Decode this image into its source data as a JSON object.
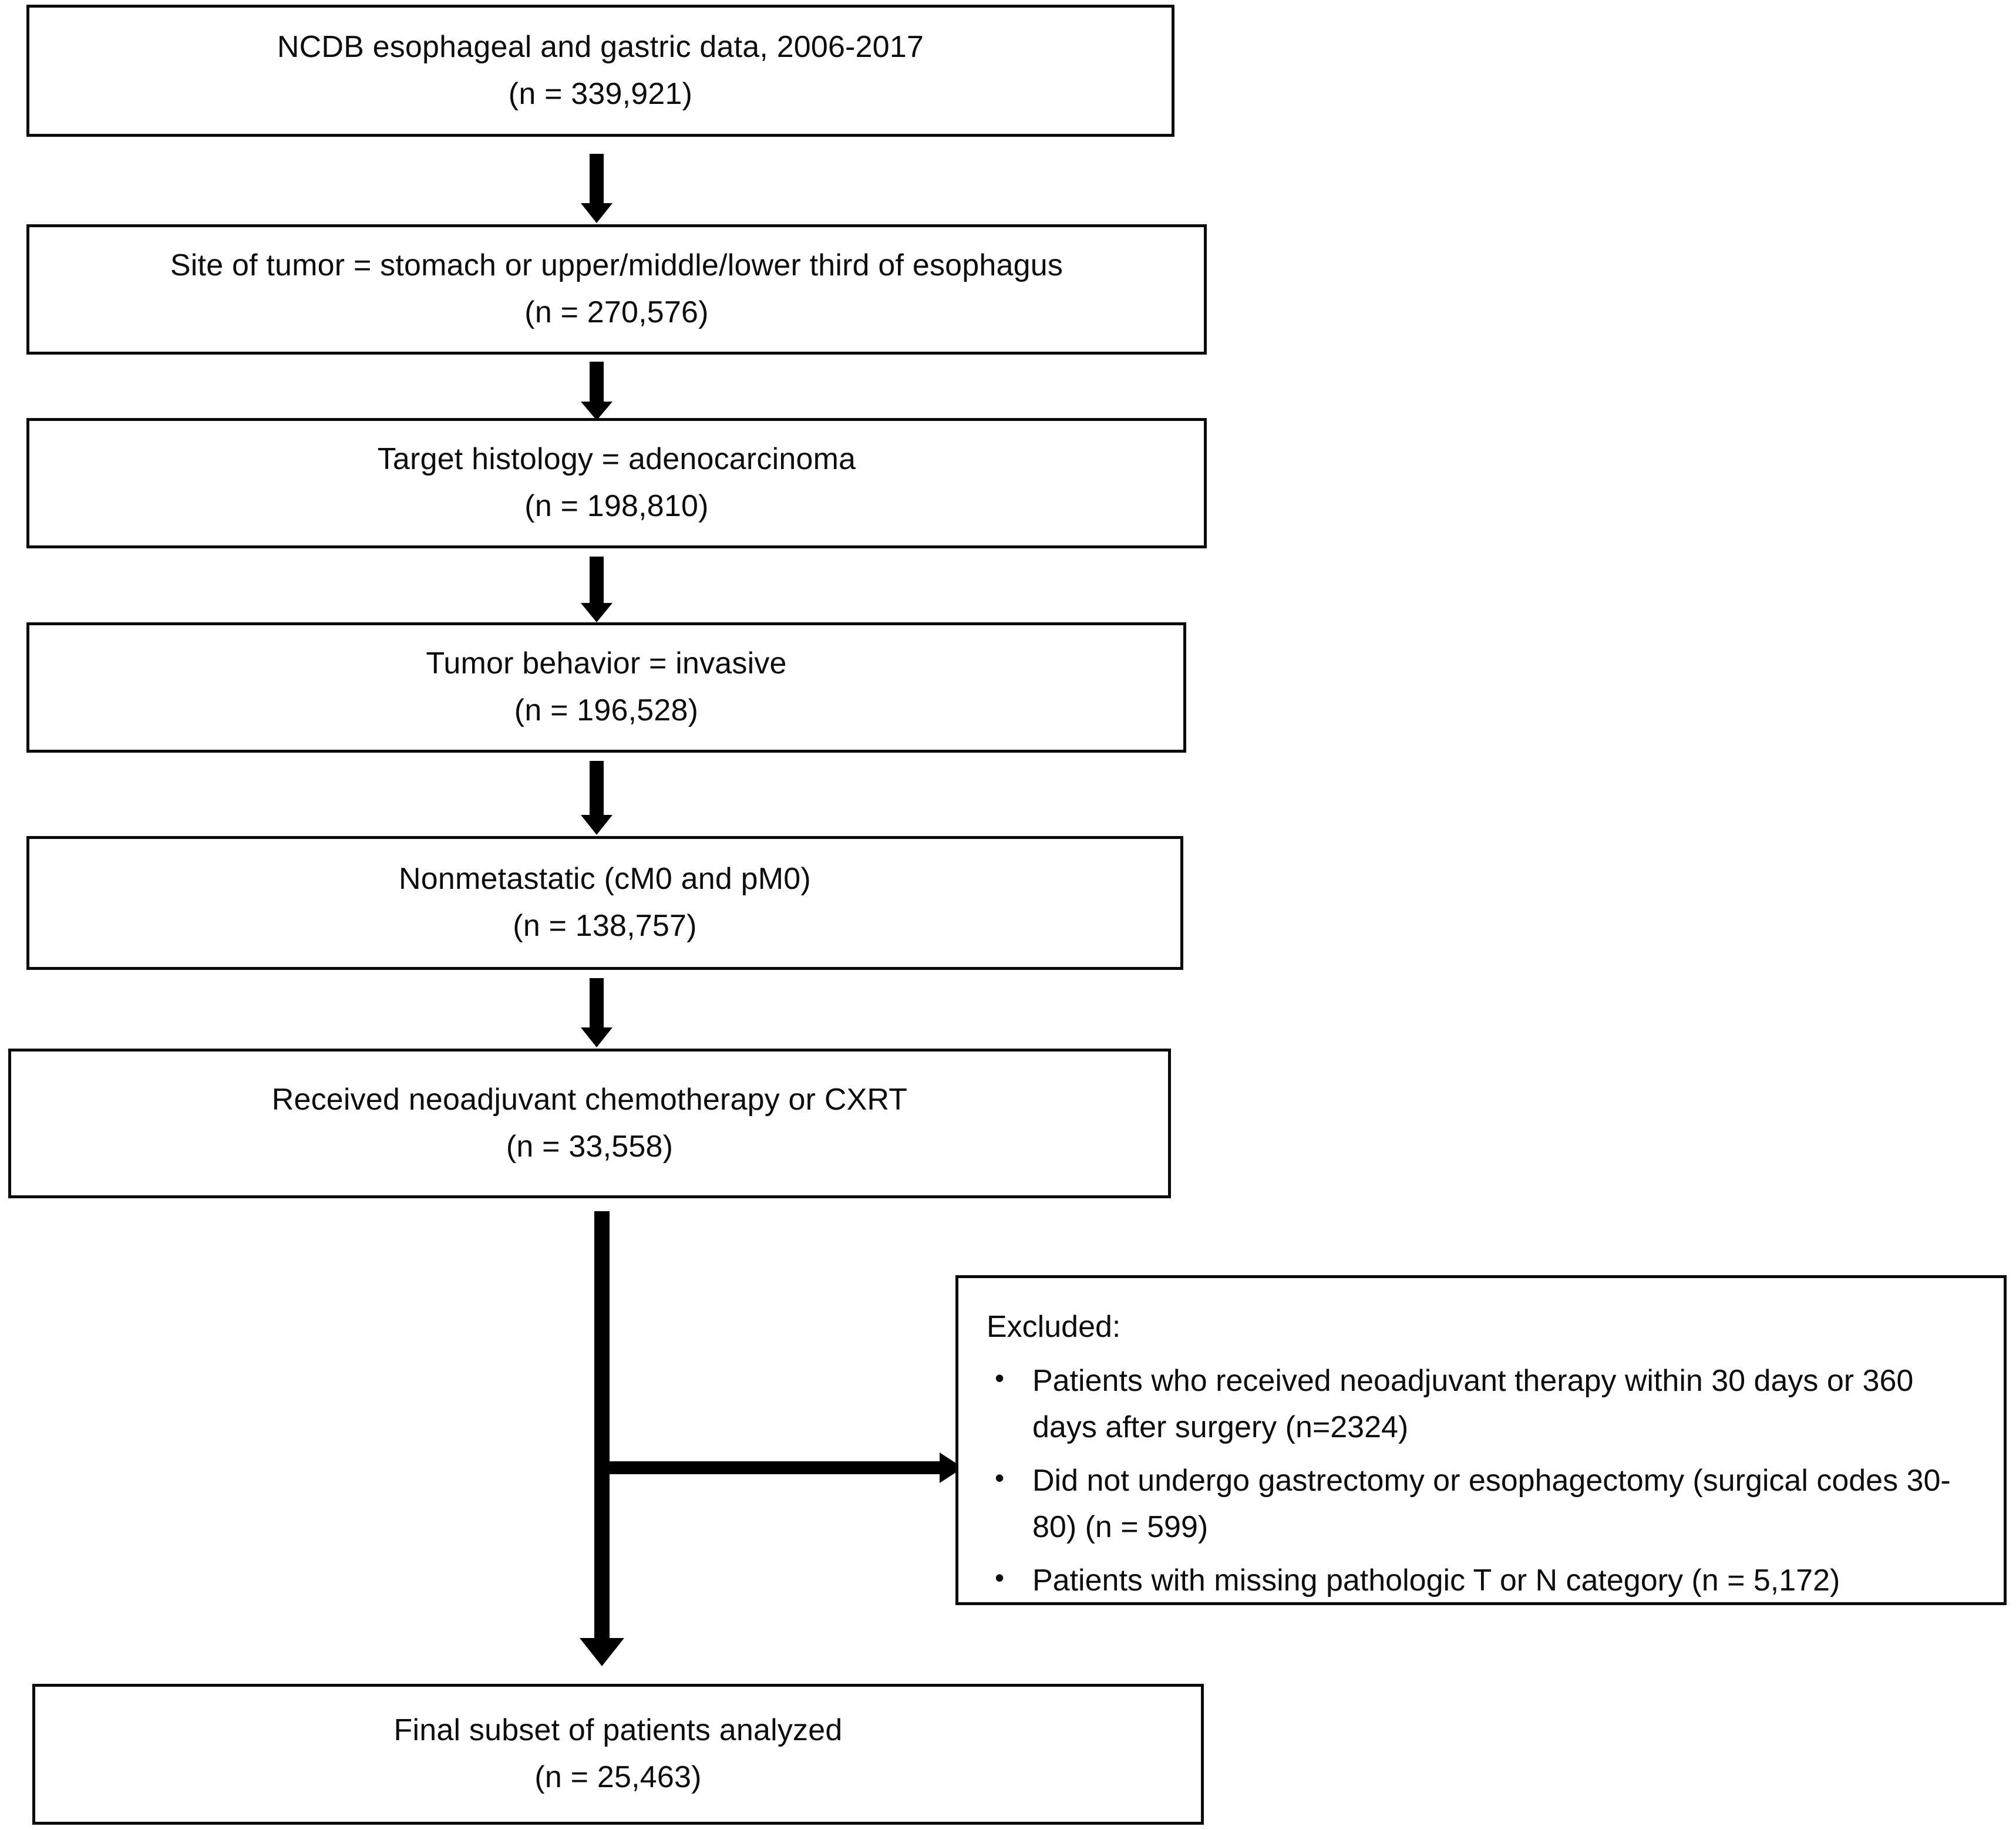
{
  "figure": {
    "type": "patient-selection-flowchart",
    "nodes": [
      {
        "id": "source-cohort",
        "label": "NCDB esophageal and gastric data, 2006-2017",
        "count": "(n = 339,921)"
      },
      {
        "id": "site-of-tumor",
        "label": "Site of tumor  = stomach or upper/middle/lower third of esophagus",
        "count": "(n = 270,576)"
      },
      {
        "id": "target-histology",
        "label": "Target histology = adenocarcinoma",
        "count": "(n = 198,810)"
      },
      {
        "id": "tumor-behavior",
        "label": "Tumor  behavior = invasive",
        "count": "(n = 196,528)"
      },
      {
        "id": "nonmetastatic",
        "label": "Nonmetastatic (cM0 and pM0)",
        "count": "(n = 138,757)"
      },
      {
        "id": "received-neoadjuvant",
        "label": "Received  neoadjuvant chemotherapy or CXRT",
        "count": "(n = 33,558)"
      },
      {
        "id": "final-subset",
        "label": "Final subset of patients analyzed",
        "count": "(n = 25,463)"
      }
    ],
    "excluded": {
      "title": "Excluded:",
      "bullet_glyph": "•",
      "items": [
        "Patients who received  neoadjuvant therapy within 30 days or 360 days after surgery (n=2324)",
        "Did not undergo gastrectomy or esophagectomy (surgical codes 30-80) (n = 599)",
        "Patients with missing pathologic T or N category (n = 5,172)"
      ]
    },
    "connectors": [
      {
        "id": "arrow-1-to-2",
        "direction": "down"
      },
      {
        "id": "arrow-2-to-3",
        "direction": "down"
      },
      {
        "id": "arrow-3-to-4",
        "direction": "down"
      },
      {
        "id": "arrow-4-to-5",
        "direction": "down"
      },
      {
        "id": "arrow-5-to-6",
        "direction": "down"
      },
      {
        "id": "arrow-6-to-final",
        "direction": "down"
      },
      {
        "id": "arrow-branch-excluded",
        "direction": "right"
      }
    ],
    "colors": {
      "stroke": "#0a0a0a",
      "background": "#ffffff",
      "text": "#0d0d0d"
    }
  }
}
